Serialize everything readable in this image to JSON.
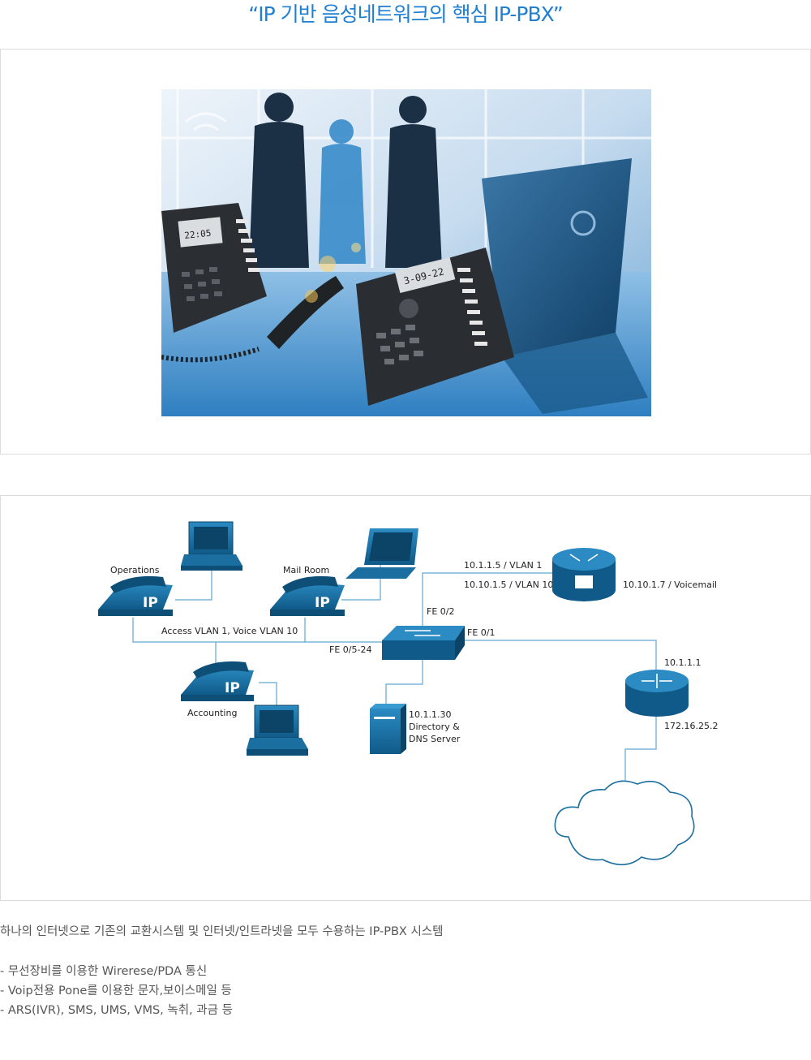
{
  "heading": "“IP 기반 음성네트워크의 핵심  IP-PBX”",
  "photo": {
    "phone_display_left": "22:05",
    "phone_display_right": "3-09-22"
  },
  "diagram": {
    "labels": {
      "operations": "Operations",
      "mail_room": "Mail Room",
      "accounting": "Accounting",
      "access_vlan": "Access VLAN 1, Voice VLAN 10",
      "fe_05_24": "FE 0/5-24",
      "fe_02": "FE 0/2",
      "fe_01": "FE 0/1",
      "vlan1": "10.1.1.5 / VLAN 1",
      "vlan10": "10.10.1.5 / VLAN 10",
      "voicemail": "10.10.1.7 / Voicemail",
      "router_top": "10.1.1.1",
      "router_bottom": "172.16.25.2",
      "dns_ip": "10.1.1.30",
      "dns_line1": "Directory &",
      "dns_line2": "DNS Server",
      "ip_badge": "IP"
    }
  },
  "description": {
    "intro": "하나의 인터넷으로 기존의 교환시스템 및 인터넷/인트라넷을 모두 수용하는 IP-PBX 시스템",
    "bullets": [
      "- 무선장비를 이용한 Wirerese/PDA 통신",
      "- Voip전용 Pone를 이용한 문자,보이스메일 등",
      "- ARS(IVR), SMS, UMS, VMS, 녹취, 과금 등"
    ]
  },
  "colors": {
    "heading": "#1f7fd0",
    "device_blue": "#1a6fa0",
    "device_dark": "#0e4f78",
    "link": "#5fa8d3"
  }
}
